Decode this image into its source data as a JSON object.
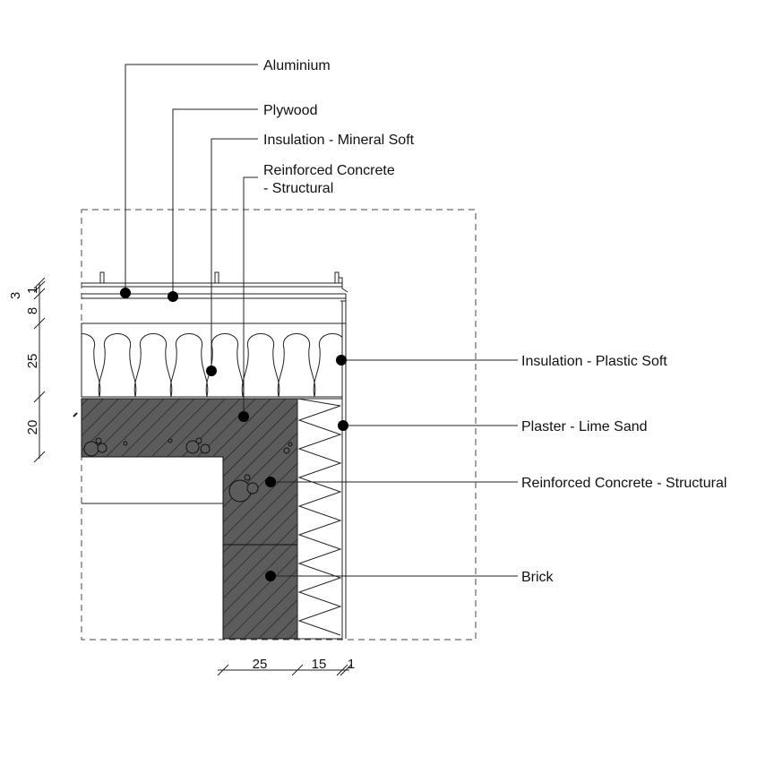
{
  "labels": {
    "aluminium": "Aluminium",
    "plywood": "Plywood",
    "insulation_mineral": "Insulation - Mineral Soft",
    "concrete_top_line1": "Reinforced Concrete",
    "concrete_top_line2": "- Structural",
    "insulation_plastic": "Insulation - Plastic Soft",
    "plaster": "Plaster - Lime Sand",
    "concrete_right": "Reinforced Concrete - Structural",
    "brick": "Brick"
  },
  "dimensions": {
    "vertical": [
      "1",
      "3",
      "8",
      "25",
      "20"
    ],
    "horizontal": [
      "25",
      "15",
      "1"
    ]
  },
  "colors": {
    "concrete": "#5c5c5c",
    "line": "#222222"
  }
}
